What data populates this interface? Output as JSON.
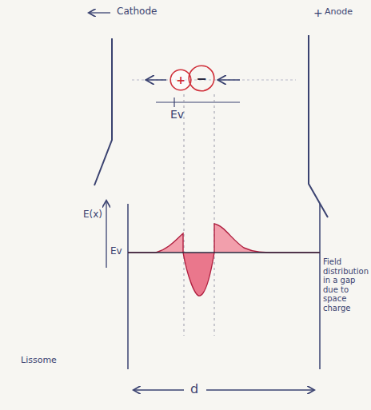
{
  "diagram": {
    "nodes": [
      {
        "text": [
          "+"
        ]
      },
      {
        "text": [
          "−"
        ]
      }
    ],
    "labels": [
      "Cathode",
      "+",
      "Anode",
      "Ev",
      "E(x)",
      "Ev",
      "Lissome",
      "d",
      "Field distribution in a gap due to space charge"
    ]
  }
}
